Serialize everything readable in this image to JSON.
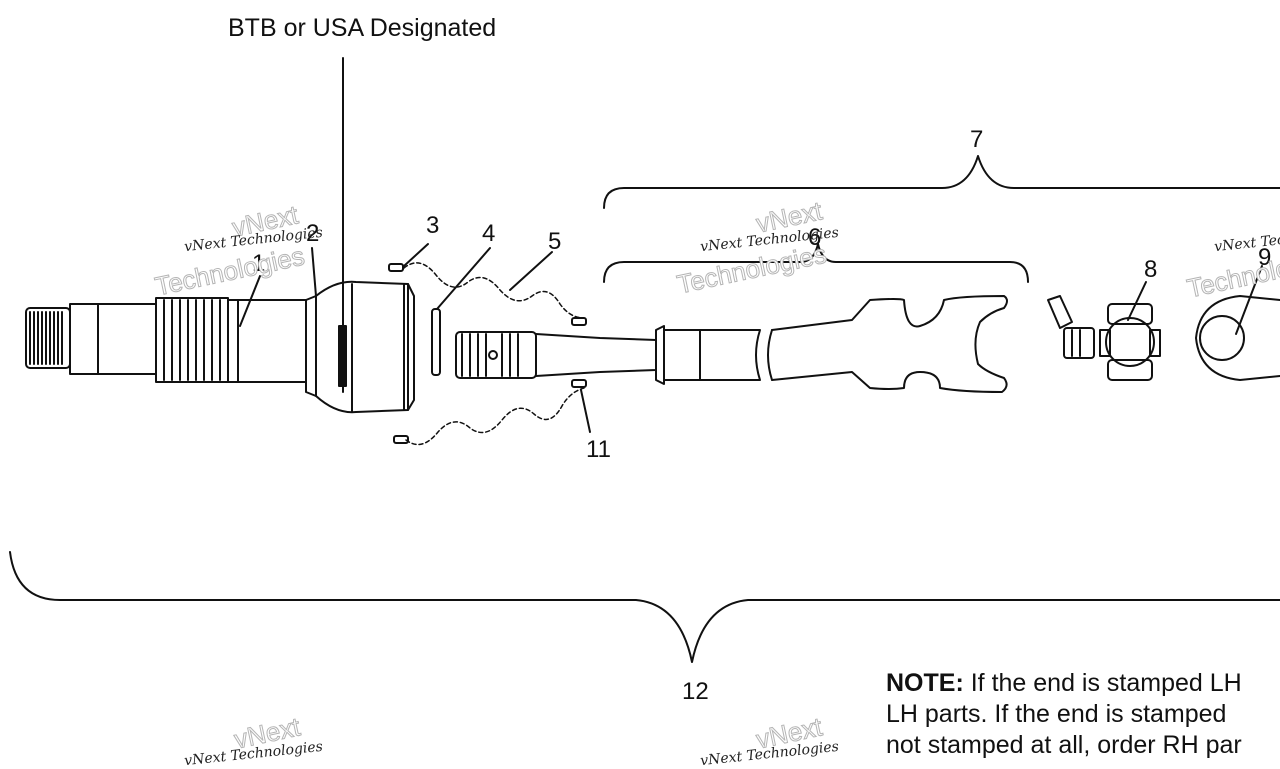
{
  "title": "BTB or USA Designated",
  "callouts": [
    "1",
    "2",
    "3",
    "4",
    "5",
    "6",
    "7",
    "8",
    "9",
    "11",
    "12"
  ],
  "watermark": {
    "line1": "vNext Technologies",
    "line2": "vNext",
    "line3": "Technologies"
  },
  "note": {
    "label": "NOTE:",
    "line1": " If the end is stamped LH",
    "line2": "LH parts.  If the end is stamped",
    "line3": "not stamped at all, order RH par"
  }
}
